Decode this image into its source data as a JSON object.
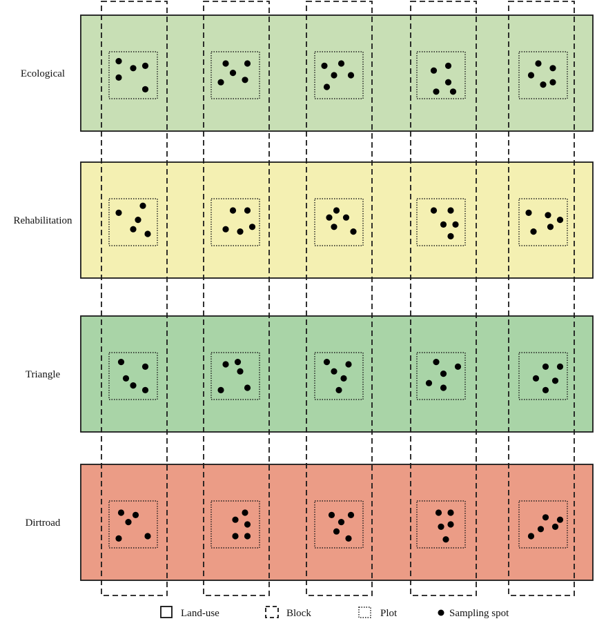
{
  "land_uses": [
    {
      "label": "Ecological",
      "color": "#c8dfb5",
      "plots": [
        [
          [
            0.2,
            0.2
          ],
          [
            0.5,
            0.35
          ],
          [
            0.75,
            0.3
          ],
          [
            0.2,
            0.55
          ],
          [
            0.75,
            0.8
          ]
        ],
        [
          [
            0.3,
            0.25
          ],
          [
            0.75,
            0.25
          ],
          [
            0.45,
            0.45
          ],
          [
            0.2,
            0.65
          ],
          [
            0.7,
            0.6
          ]
        ],
        [
          [
            0.2,
            0.3
          ],
          [
            0.55,
            0.25
          ],
          [
            0.4,
            0.5
          ],
          [
            0.75,
            0.5
          ],
          [
            0.25,
            0.75
          ]
        ],
        [
          [
            0.35,
            0.4
          ],
          [
            0.65,
            0.3
          ],
          [
            0.65,
            0.65
          ],
          [
            0.4,
            0.85
          ],
          [
            0.75,
            0.85
          ]
        ],
        [
          [
            0.4,
            0.25
          ],
          [
            0.7,
            0.35
          ],
          [
            0.25,
            0.5
          ],
          [
            0.7,
            0.65
          ],
          [
            0.5,
            0.7
          ]
        ]
      ]
    },
    {
      "label": "Rehabilitation",
      "color": "#f4f0b2",
      "plots": [
        [
          [
            0.2,
            0.3
          ],
          [
            0.7,
            0.15
          ],
          [
            0.6,
            0.45
          ],
          [
            0.5,
            0.65
          ],
          [
            0.8,
            0.75
          ]
        ],
        [
          [
            0.45,
            0.25
          ],
          [
            0.75,
            0.25
          ],
          [
            0.3,
            0.65
          ],
          [
            0.6,
            0.7
          ],
          [
            0.85,
            0.6
          ]
        ],
        [
          [
            0.45,
            0.25
          ],
          [
            0.3,
            0.4
          ],
          [
            0.65,
            0.4
          ],
          [
            0.4,
            0.6
          ],
          [
            0.8,
            0.7
          ]
        ],
        [
          [
            0.35,
            0.25
          ],
          [
            0.7,
            0.25
          ],
          [
            0.55,
            0.55
          ],
          [
            0.8,
            0.55
          ],
          [
            0.7,
            0.8
          ]
        ],
        [
          [
            0.2,
            0.3
          ],
          [
            0.6,
            0.35
          ],
          [
            0.85,
            0.45
          ],
          [
            0.65,
            0.6
          ],
          [
            0.3,
            0.7
          ]
        ]
      ]
    },
    {
      "label": "Triangle",
      "color": "#a9d4a7",
      "plots": [
        [
          [
            0.25,
            0.2
          ],
          [
            0.75,
            0.3
          ],
          [
            0.35,
            0.55
          ],
          [
            0.5,
            0.7
          ],
          [
            0.75,
            0.8
          ]
        ],
        [
          [
            0.3,
            0.25
          ],
          [
            0.55,
            0.2
          ],
          [
            0.6,
            0.4
          ],
          [
            0.2,
            0.8
          ],
          [
            0.75,
            0.75
          ]
        ],
        [
          [
            0.25,
            0.2
          ],
          [
            0.7,
            0.25
          ],
          [
            0.4,
            0.4
          ],
          [
            0.6,
            0.55
          ],
          [
            0.5,
            0.8
          ]
        ],
        [
          [
            0.4,
            0.2
          ],
          [
            0.85,
            0.3
          ],
          [
            0.55,
            0.45
          ],
          [
            0.25,
            0.65
          ],
          [
            0.55,
            0.75
          ]
        ],
        [
          [
            0.55,
            0.3
          ],
          [
            0.85,
            0.3
          ],
          [
            0.35,
            0.55
          ],
          [
            0.75,
            0.6
          ],
          [
            0.55,
            0.8
          ]
        ]
      ]
    },
    {
      "label": "Dirtroad",
      "color": "#eb9c86",
      "plots": [
        [
          [
            0.25,
            0.25
          ],
          [
            0.55,
            0.3
          ],
          [
            0.4,
            0.45
          ],
          [
            0.2,
            0.8
          ],
          [
            0.8,
            0.75
          ]
        ],
        [
          [
            0.7,
            0.25
          ],
          [
            0.5,
            0.4
          ],
          [
            0.75,
            0.5
          ],
          [
            0.5,
            0.75
          ],
          [
            0.75,
            0.75
          ]
        ],
        [
          [
            0.35,
            0.3
          ],
          [
            0.75,
            0.3
          ],
          [
            0.55,
            0.45
          ],
          [
            0.45,
            0.65
          ],
          [
            0.7,
            0.8
          ]
        ],
        [
          [
            0.45,
            0.25
          ],
          [
            0.7,
            0.25
          ],
          [
            0.7,
            0.5
          ],
          [
            0.5,
            0.55
          ],
          [
            0.6,
            0.82
          ]
        ],
        [
          [
            0.55,
            0.35
          ],
          [
            0.85,
            0.4
          ],
          [
            0.75,
            0.55
          ],
          [
            0.45,
            0.6
          ],
          [
            0.25,
            0.75
          ]
        ]
      ]
    }
  ],
  "legend": [
    {
      "key": "land-use",
      "label": "Land-use"
    },
    {
      "key": "block",
      "label": "Block"
    },
    {
      "key": "plot",
      "label": "Plot"
    },
    {
      "key": "sampling-spot",
      "label": "Sampling spot"
    }
  ]
}
